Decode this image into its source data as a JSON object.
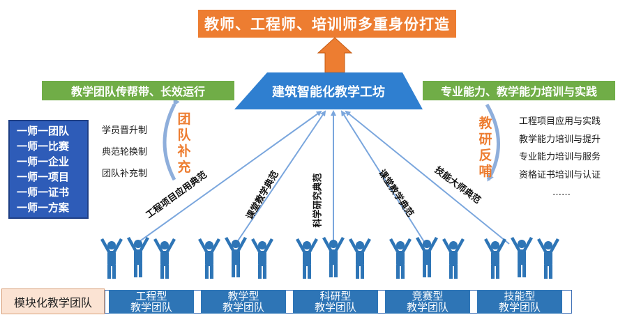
{
  "top_banner": "教师、工程师、培训师多重身份打造",
  "workshop_title": "建筑智能化教学工坊",
  "left_banner": "教学团队传帮带、长效运行",
  "right_banner": "专业能力、教学能力培训与实践",
  "left_list": [
    "一师一团队",
    "一师一比赛",
    "一师一企业",
    "一师一项目",
    "一师一证书",
    "一师一方案"
  ],
  "mechanisms": [
    "学员晋升制",
    "典范轮换制",
    "团队补充制"
  ],
  "team_supplement": "团队补充",
  "research_feedback": "教研反哺",
  "trainings": [
    "工程项目应用与实践",
    "教学能力培训与提升",
    "专业能力培训与服务",
    "资格证书培训与认证",
    "……"
  ],
  "exemplars": [
    "工程项目应用典范",
    "课堂教学典范",
    "科学研究典范",
    "课堂教学典范",
    "技能大师典范"
  ],
  "module_label": "模块化教学团队",
  "teams": [
    {
      "line1": "工程型",
      "line2": "教学团队"
    },
    {
      "line1": "教学型",
      "line2": "教学团队"
    },
    {
      "line1": "科研型",
      "line2": "教学团队"
    },
    {
      "line1": "竞赛型",
      "line2": "教学团队"
    },
    {
      "line1": "技能型",
      "line2": "教学团队"
    }
  ],
  "colors": {
    "orange": "#ed7d31",
    "green": "#70ad47",
    "blue": "#2e75b6",
    "dark_blue": "#2e5cb8",
    "light_orange": "#fbe3d3"
  }
}
